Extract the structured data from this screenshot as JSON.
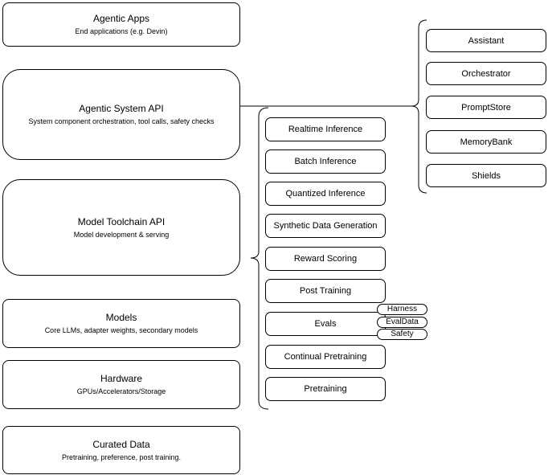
{
  "diagram": {
    "background": "#ffffff",
    "stroke_color": "#000000",
    "node_fill": "#ffffff",
    "stack_nodes": [
      {
        "title": "Agentic Apps",
        "subtitle": "End applications (e.g. Devin)"
      },
      {
        "title": "Agentic System API",
        "subtitle": "System component orchestration, tool calls, safety checks"
      },
      {
        "title": "Model Toolchain API",
        "subtitle": "Model development & serving"
      },
      {
        "title": "Models",
        "subtitle": "Core LLMs, adapter weights, secondary models"
      },
      {
        "title": "Hardware",
        "subtitle": "GPUs/Accelerators/Storage"
      },
      {
        "title": "Curated Data",
        "subtitle": "Pretraining, preference, post training."
      }
    ],
    "toolchain_items": [
      "Realtime Inference",
      "Batch Inference",
      "Quantized Inference",
      "Synthetic Data Generation",
      "Reward Scoring",
      "Post Training",
      "Evals",
      "Continual Pretraining",
      "Pretraining"
    ],
    "eval_badges": [
      "Harness",
      "EvalData",
      "Safety"
    ],
    "system_components": [
      "Assistant",
      "Orchestrator",
      "PromptStore",
      "MemoryBank",
      "Shields"
    ]
  }
}
